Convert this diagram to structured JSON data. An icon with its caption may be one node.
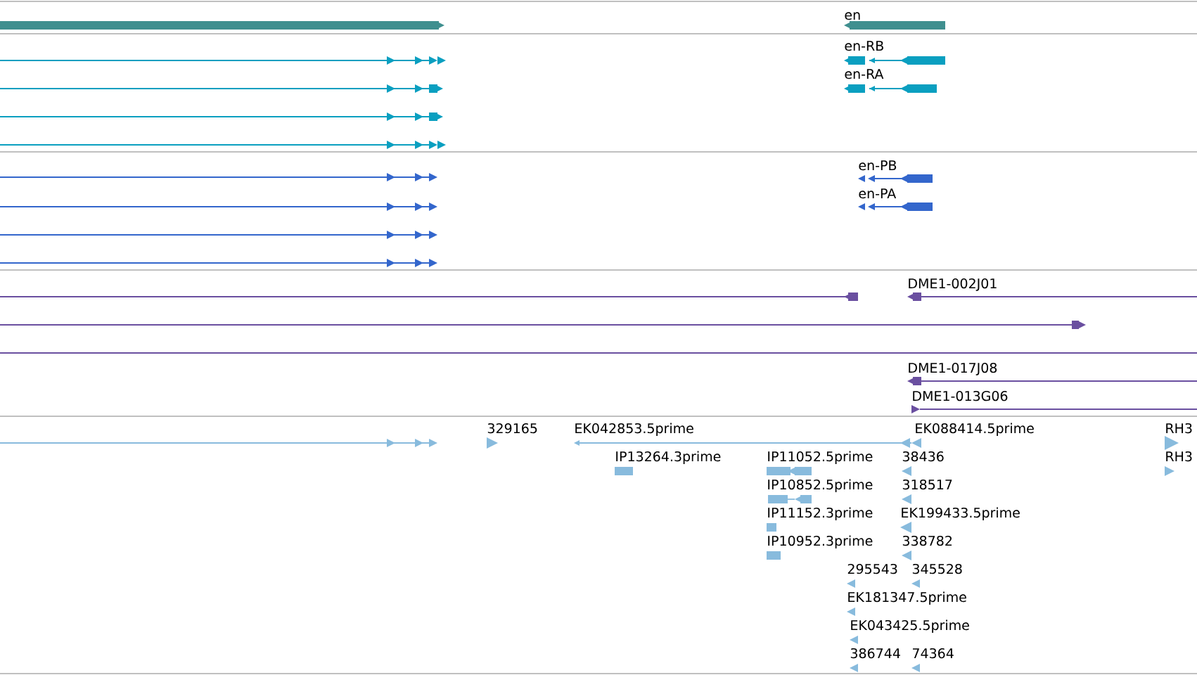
{
  "diagram": {
    "labels": [
      "en",
      "en-RB",
      "en-RA",
      "en-PB",
      "en-PA",
      "DME1-002J01",
      "DME1-017J08",
      "DME1-013G06",
      "329165",
      "EK042853.5prime",
      "EK088414.5prime",
      "RH3",
      "IP13264.3prime",
      "IP11052.5prime",
      "38436",
      "RH3",
      "IP10852.5prime",
      "318517",
      "IP11152.3prime",
      "EK199433.5prime",
      "IP10952.3prime",
      "338782",
      "295543",
      "345528",
      "EK181347.5prime",
      "EK043425.5prime",
      "386744",
      "74364"
    ]
  }
}
